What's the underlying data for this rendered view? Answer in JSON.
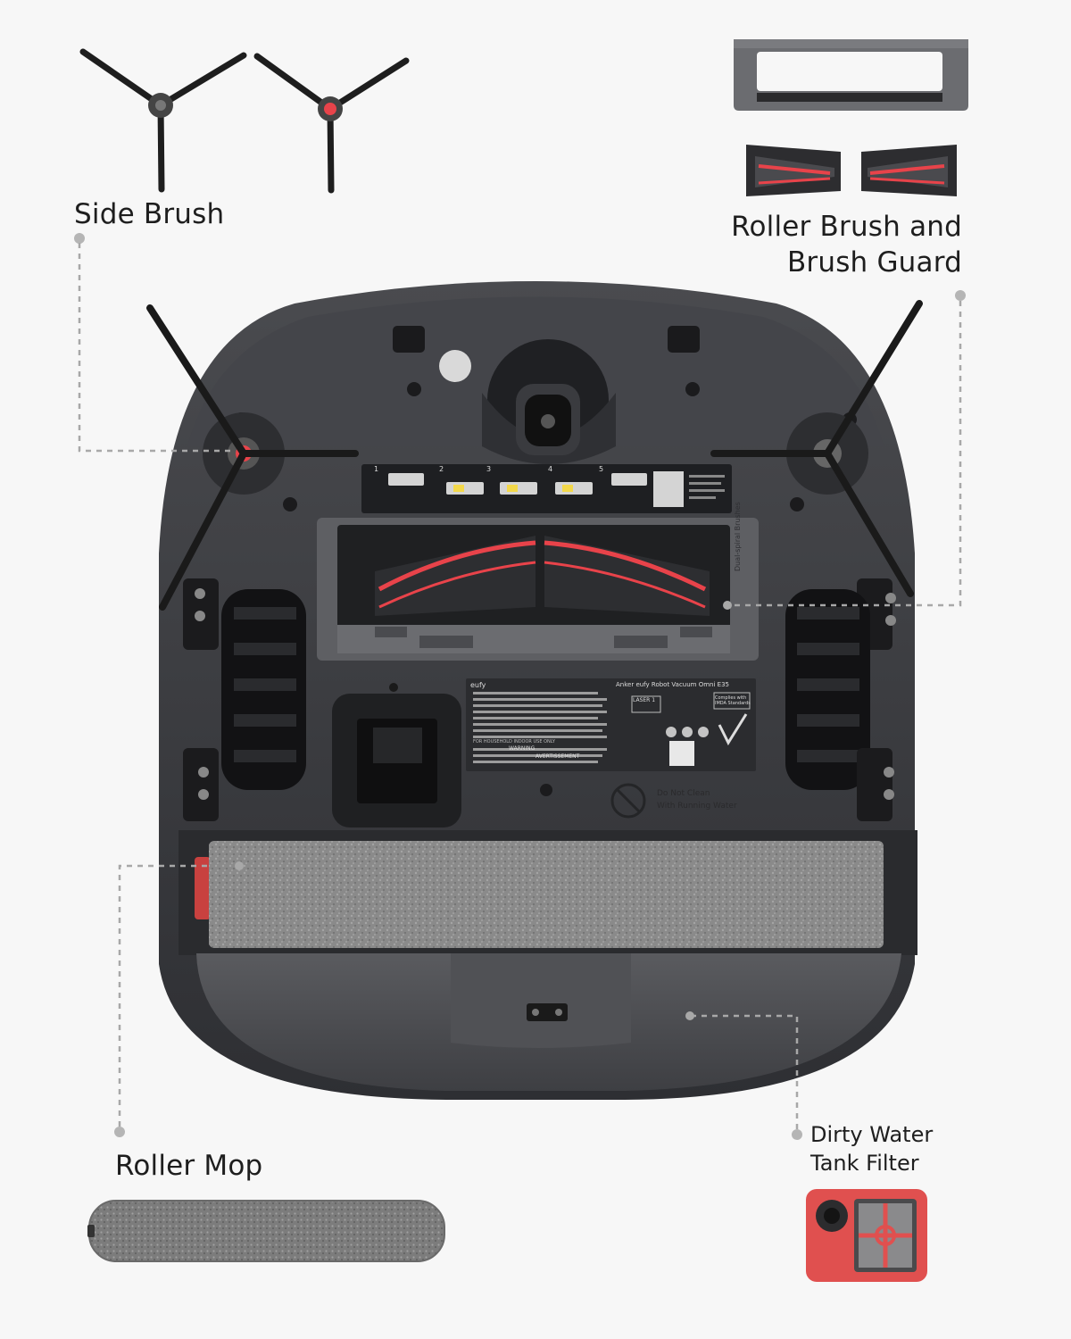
{
  "labels": {
    "side_brush": "Side Brush",
    "roller_brush_line1": "Roller Brush and",
    "roller_brush_line2": "Brush Guard",
    "roller_mop": "Roller Mop",
    "filter_line1": "Dirty Water",
    "filter_line2": "Tank Filter"
  },
  "robot": {
    "brand": "eufy",
    "model_text": "Anker eufy Robot Vacuum Omni E35",
    "laser_class": "LASER 1",
    "compliance_text": "Complies with IMDA Standards",
    "warning": "WARNING",
    "avertissement": "AVERTISSEMENT",
    "household_text": "FOR HOUSEHOLD INDOOR USE ONLY",
    "side_label": "Dual-spiral Brushes",
    "caution_line1": "Do Not Clean",
    "caution_line2": "With Running Water",
    "steps": [
      "1",
      "2",
      "3",
      "4",
      "5"
    ]
  },
  "colors": {
    "accent_red": "#e8434a",
    "body_dark": "#3a3b3e",
    "body_darker": "#25262a",
    "plate_gray": "#6b6c70",
    "mop_gray": "#8d8d8d",
    "filter_red": "#e0504f",
    "callout_line": "#a8a8a8"
  }
}
